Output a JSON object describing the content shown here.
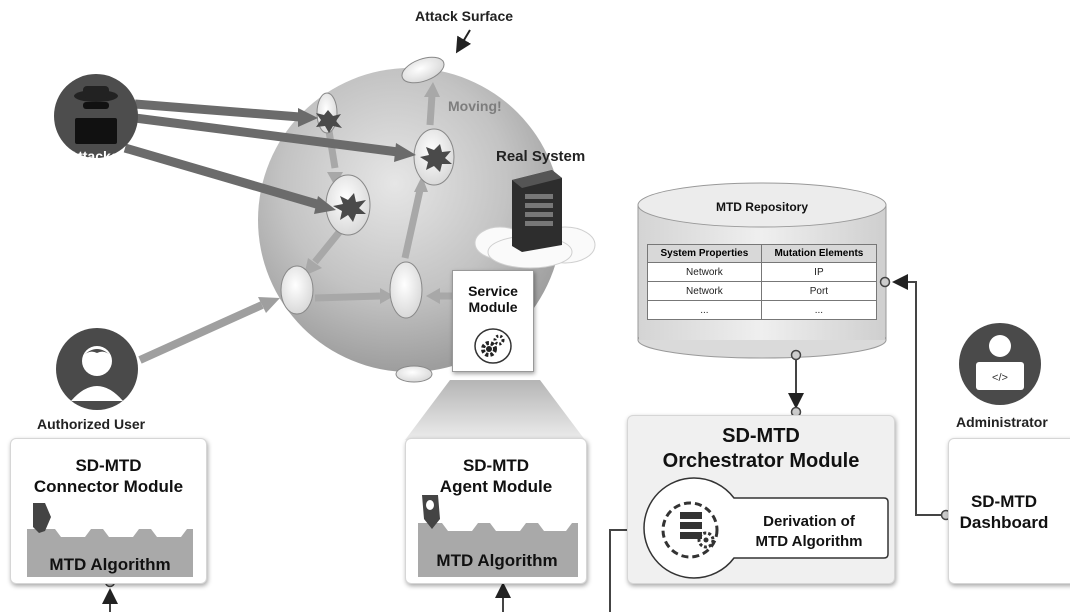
{
  "labels": {
    "attack_surface": "Attack Surface",
    "moving": "Moving!",
    "real_system": "Real System",
    "attacker": "Attacker",
    "authorized_user": "Authorized User",
    "administrator": "Administrator",
    "service_module_1": "Service",
    "service_module_2": "Module"
  },
  "repository": {
    "title": "MTD Repository",
    "headers": [
      "System Properties",
      "Mutation Elements"
    ],
    "rows": [
      [
        "Network",
        "IP"
      ],
      [
        "Network",
        "Port"
      ],
      [
        "...",
        "..."
      ]
    ]
  },
  "connector": {
    "title_1": "SD-MTD",
    "title_2": "Connector Module",
    "algorithm": "MTD Algorithm"
  },
  "agent": {
    "title_1": "SD-MTD",
    "title_2": "Agent Module",
    "algorithm": "MTD Algorithm"
  },
  "orchestrator": {
    "title_1": "SD-MTD",
    "title_2": "Orchestrator Module",
    "derivation_1": "Derivation of",
    "derivation_2": "MTD Algorithm"
  },
  "dashboard": {
    "title_1": "SD-MTD",
    "title_2": "Dashboard"
  },
  "icons": [
    "attacker-icon",
    "authorized-user-icon",
    "administrator-icon",
    "server-icon",
    "gear-icon",
    "algorithm-gear-icon"
  ],
  "colors": {
    "sphere": "#b9b9b9",
    "attack_arrow": "#666666",
    "moving_arrow": "#aaaaaa",
    "burst": "#555555"
  }
}
